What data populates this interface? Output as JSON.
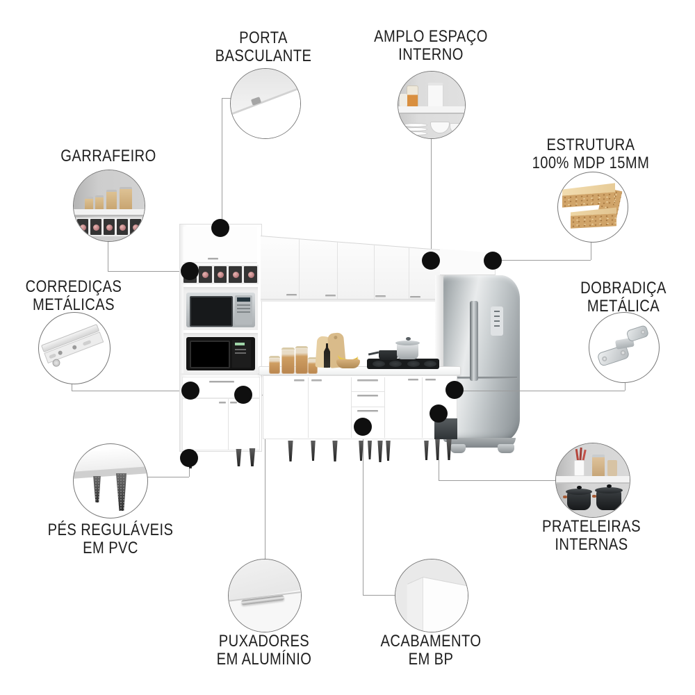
{
  "colors": {
    "background": "#ffffff",
    "text": "#1e1e1e",
    "connector_line": "#9b9b9b",
    "callout_dot": "#0f0f0f",
    "bubble_ring": "#767676",
    "cabinet_white": "#ffffff",
    "fridge_silver": "#c3c8ca",
    "mdp_wood": "#d0a469",
    "leg_dark": "#3c3c3c",
    "bottle_cap_pink": "#c77f84"
  },
  "callouts": [
    {
      "id": "porta-basculante",
      "line1": "PORTA",
      "line2": "BASCULANTE",
      "photo": "tilting-door-photo"
    },
    {
      "id": "amplo-espaco-interno",
      "line1": "AMPLO ESPAÇO",
      "line2": "INTERNO",
      "photo": "interior-space-photo"
    },
    {
      "id": "garrafeiro",
      "line1": "GARRAFEIRO",
      "photo": "bottle-rack-photo"
    },
    {
      "id": "estrutura-mdp",
      "line1": "ESTRUTURA",
      "line2": "100% MDP 15MM",
      "photo": "mdp-panel-photo"
    },
    {
      "id": "corredicas-metalicas",
      "line1": "CORREDIÇAS",
      "line2": "METÁLICAS",
      "photo": "metal-slide-photo"
    },
    {
      "id": "dobradica-metalica",
      "line1": "DOBRADIÇA",
      "line2": "METÁLICA",
      "photo": "metal-hinge-photo"
    },
    {
      "id": "pes-regulaveis",
      "line1": "PÉS REGULÁVEIS",
      "line2": "EM PVC",
      "photo": "pvc-feet-photo"
    },
    {
      "id": "prateleiras-internas",
      "line1": "PRATELEIRAS",
      "line2": "INTERNAS",
      "photo": "internal-shelves-photo"
    },
    {
      "id": "puxadores-aluminio",
      "line1": "PUXADORES",
      "line2": "EM ALUMÍNIO",
      "photo": "aluminum-handle-photo"
    },
    {
      "id": "acabamento-bp",
      "line1": "ACABAMENTO",
      "line2": "EM BP",
      "photo": "bp-finish-photo"
    }
  ]
}
